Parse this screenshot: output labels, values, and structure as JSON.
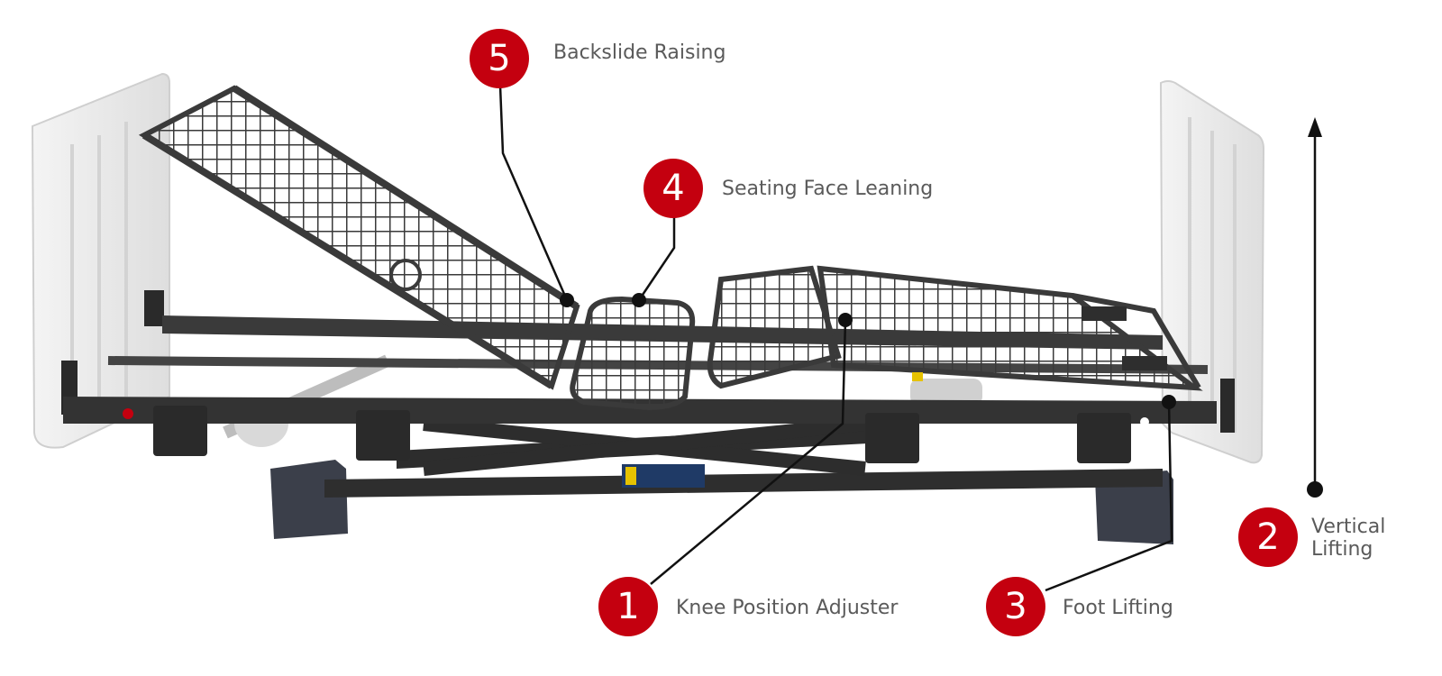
{
  "colors": {
    "badge": "#c4000f",
    "label": "#5a5a5a",
    "frame": "#3a3a3a",
    "frame_dark": "#2a2a2a",
    "headboard": "#ececec",
    "leader": "#111111"
  },
  "callouts": [
    {
      "number": "5",
      "label": "Backslide Raising"
    },
    {
      "number": "4",
      "label": "Seating Face Leaning"
    },
    {
      "number": "1",
      "label": "Knee Position Adjuster"
    },
    {
      "number": "3",
      "label": "Foot Lifting"
    },
    {
      "number": "2",
      "label_line1": "Vertical",
      "label_line2": "Lifting"
    }
  ]
}
